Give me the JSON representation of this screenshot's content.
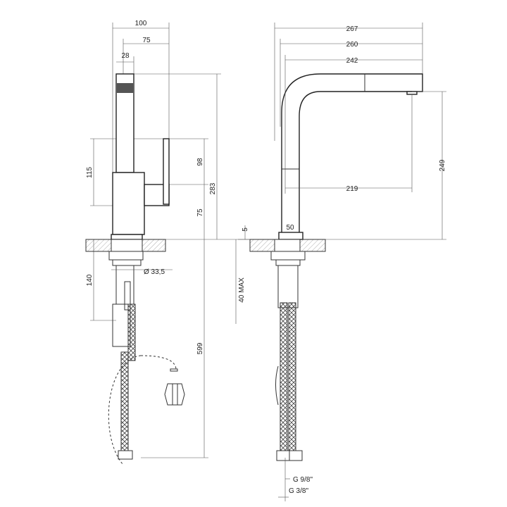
{
  "side_view": {
    "dims": {
      "width_total": "100",
      "width_75": "75",
      "spout_28": "28",
      "h115": "115",
      "h98": "98",
      "h283": "283",
      "h75": "75",
      "h140": "140",
      "diameter": "Ø 33,5",
      "h599": "599"
    }
  },
  "front_view": {
    "dims": {
      "d267": "267",
      "d260": "260",
      "d242": "242",
      "d219": "219",
      "d249": "249",
      "d5": "5",
      "d50": "50",
      "max40": "40 MAX",
      "g98": "G 9/8\"",
      "g38": "G 3/8\""
    }
  }
}
